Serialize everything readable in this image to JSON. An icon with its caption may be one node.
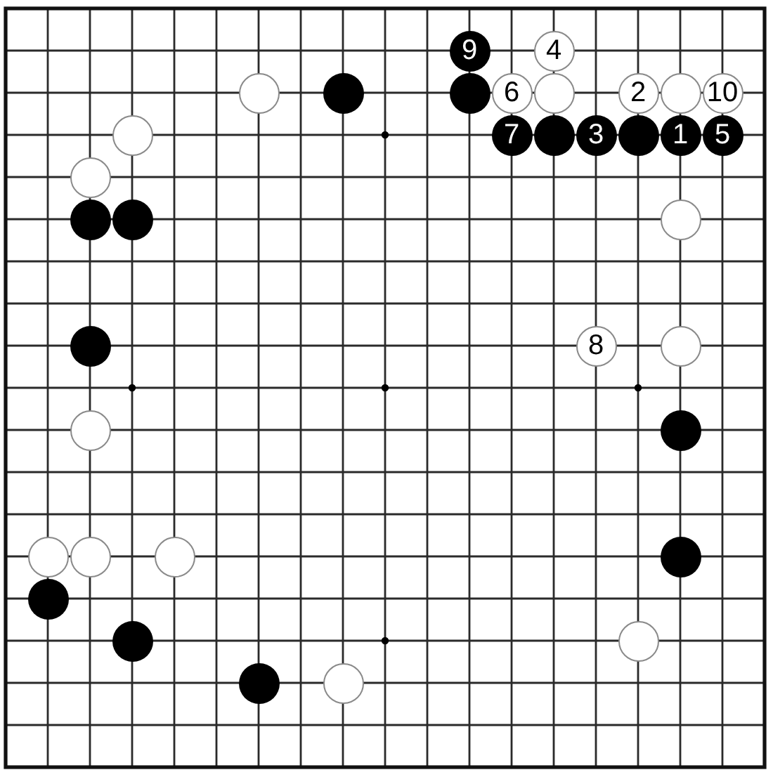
{
  "diagram": {
    "nodes": [
      {
        "text": [
          "9"
        ]
      },
      {
        "text": [
          "4"
        ]
      },
      {
        "text": [],
        "shape": "circle"
      },
      {
        "text": [],
        "shape": "circle"
      },
      {
        "text": [],
        "shape": "circle"
      },
      {
        "text": [
          "6"
        ]
      },
      {
        "text": [],
        "shape": "circle"
      },
      {
        "text": [
          "2"
        ]
      },
      {
        "text": [],
        "shape": "circle"
      },
      {
        "text": [
          "10"
        ]
      },
      {
        "text": [],
        "shape": "circle"
      },
      {
        "text": [
          "7"
        ]
      },
      {
        "text": [],
        "shape": "circle"
      },
      {
        "text": [
          "3"
        ]
      },
      {
        "text": [],
        "shape": "circle"
      },
      {
        "text": [
          "1"
        ]
      },
      {
        "text": [
          "5"
        ]
      },
      {
        "text": [],
        "shape": "circle"
      },
      {
        "text": [],
        "shape": "circle"
      },
      {
        "text": [],
        "shape": "circle"
      },
      {
        "text": [],
        "shape": "circle"
      },
      {
        "text": [],
        "shape": "circle"
      },
      {
        "text": [
          "8"
        ]
      },
      {
        "text": [],
        "shape": "circle"
      },
      {
        "text": [],
        "shape": "circle"
      },
      {
        "text": [],
        "shape": "circle"
      },
      {
        "text": [],
        "shape": "circle"
      },
      {
        "text": [],
        "shape": "circle"
      },
      {
        "text": [],
        "shape": "circle"
      },
      {
        "text": [],
        "shape": "circle"
      },
      {
        "text": [],
        "shape": "circle"
      },
      {
        "text": [],
        "shape": "circle"
      },
      {
        "text": [],
        "shape": "circle"
      },
      {
        "text": [],
        "shape": "circle"
      },
      {
        "text": [],
        "shape": "circle"
      }
    ]
  }
}
